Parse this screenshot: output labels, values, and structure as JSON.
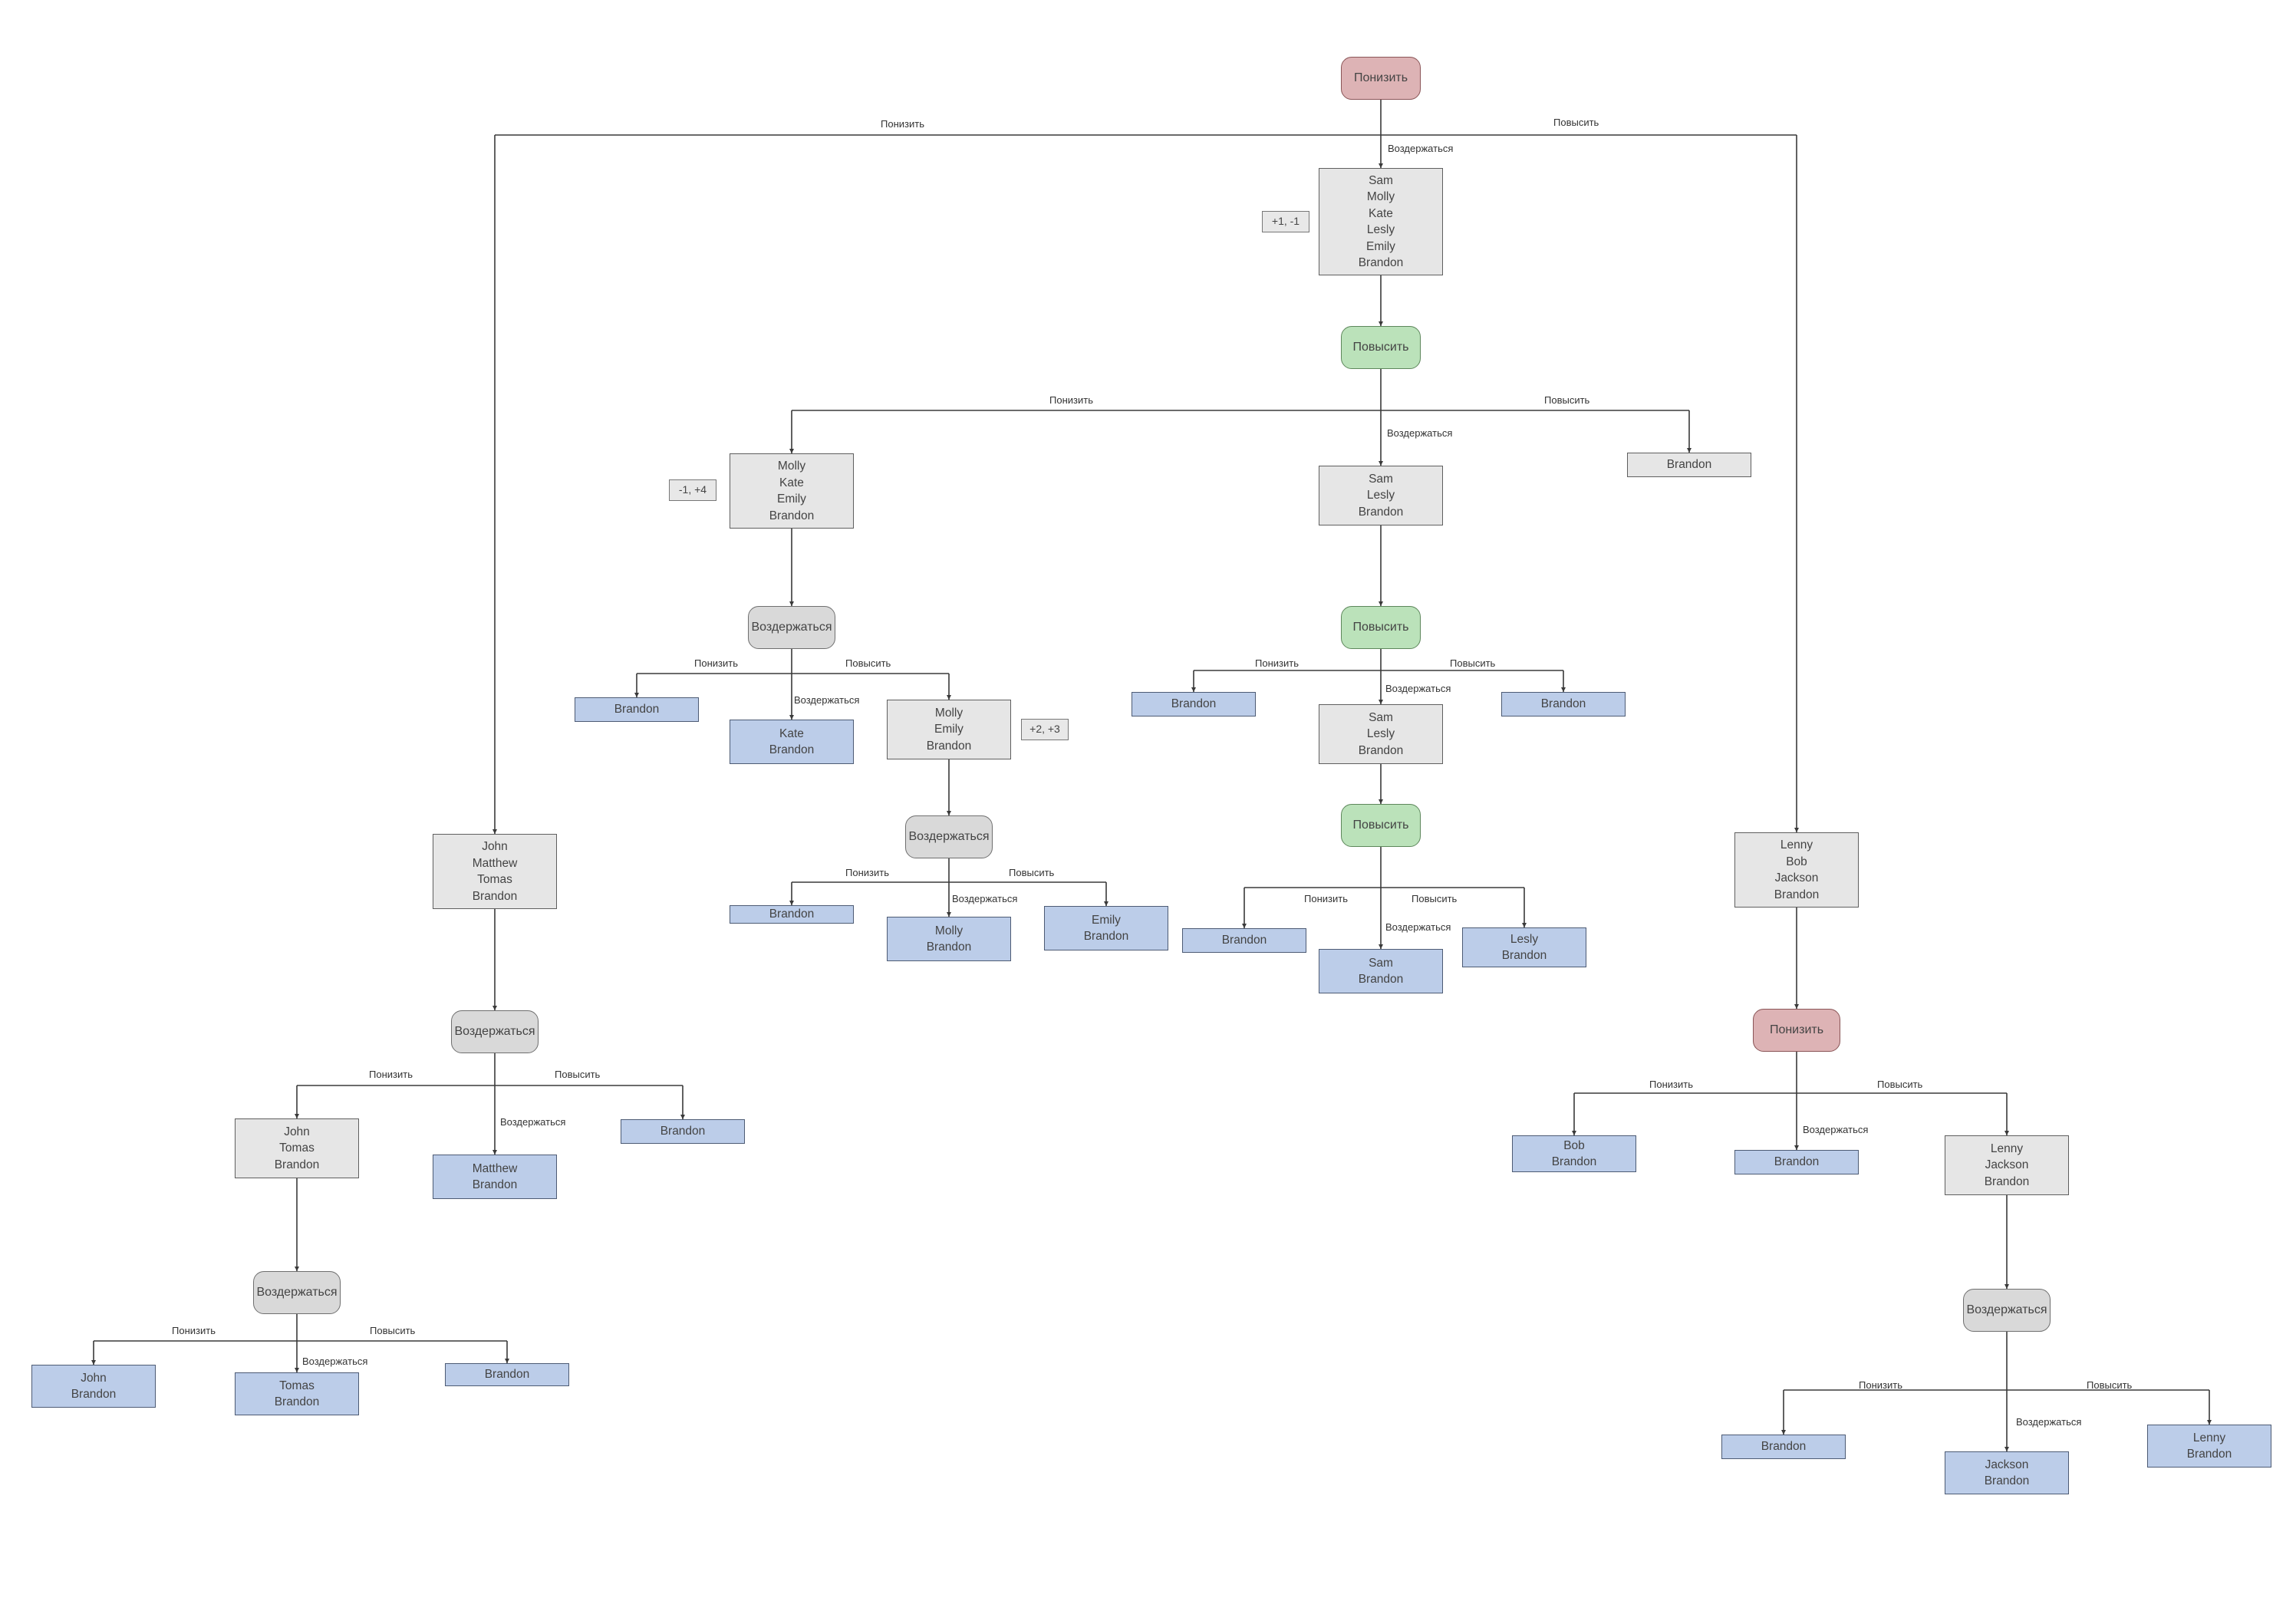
{
  "decisions": {
    "root": "Понизить",
    "up1": "Повысить",
    "up2": "Повысить",
    "up3": "Повысить",
    "abs_left": "Воздержаться",
    "abs_mid1": "Воздержаться",
    "abs_mid2": "Воздержаться",
    "abs_left2": "Воздержаться",
    "down_right": "Понизить",
    "abs_right": "Воздержаться"
  },
  "groups": {
    "top": [
      "Sam",
      "Molly",
      "Kate",
      "Lesly",
      "Emily",
      "Brandon"
    ],
    "left": [
      "John",
      "Matthew",
      "Tomas",
      "Brandon"
    ],
    "right": [
      "Lenny",
      "Bob",
      "Jackson",
      "Brandon"
    ],
    "mkeb": [
      "Molly",
      "Kate",
      "Emily",
      "Brandon"
    ],
    "slb1": [
      "Sam",
      "Lesly",
      "Brandon"
    ],
    "brandon_top": [
      "Brandon"
    ],
    "meb": [
      "Molly",
      "Emily",
      "Brandon"
    ],
    "slb2": [
      "Sam",
      "Lesly",
      "Brandon"
    ],
    "jtb": [
      "John",
      "Tomas",
      "Brandon"
    ],
    "ljb": [
      "Lenny",
      "Jackson",
      "Brandon"
    ]
  },
  "results": {
    "r_brandon_a": [
      "Brandon"
    ],
    "r_kate": [
      "Kate",
      "Brandon"
    ],
    "r_brandon_b": [
      "Brandon"
    ],
    "r_molly": [
      "Molly",
      "Brandon"
    ],
    "r_emily": [
      "Emily",
      "Brandon"
    ],
    "r_brandon_c": [
      "Brandon"
    ],
    "r_brandon_d": [
      "Brandon"
    ],
    "r_brandon_e": [
      "Brandon"
    ],
    "r_sam": [
      "Sam",
      "Brandon"
    ],
    "r_lesly": [
      "Lesly",
      "Brandon"
    ],
    "r_matthew": [
      "Matthew",
      "Brandon"
    ],
    "r_brandon_f": [
      "Brandon"
    ],
    "r_john": [
      "John",
      "Brandon"
    ],
    "r_tomas": [
      "Tomas",
      "Brandon"
    ],
    "r_brandon_g": [
      "Brandon"
    ],
    "r_bob": [
      "Bob",
      "Brandon"
    ],
    "r_brandon_h": [
      "Brandon"
    ],
    "r_brandon_i": [
      "Brandon"
    ],
    "r_jackson": [
      "Jackson",
      "Brandon"
    ],
    "r_lenny": [
      "Lenny",
      "Brandon"
    ]
  },
  "scores": {
    "s1": "+1, -1",
    "s2": "-1, +4",
    "s3": "+2, +3"
  },
  "edge_labels": {
    "down": "Понизить",
    "up": "Повысить",
    "abstain": "Воздержаться"
  },
  "colors": {
    "group_fill": "#e6e6e6",
    "result_fill": "#bccde9",
    "decision_down": "#ddb3b5",
    "decision_up": "#bbe2ba",
    "decision_abstain": "#d9d9d9",
    "line": "#3a3a3a"
  }
}
